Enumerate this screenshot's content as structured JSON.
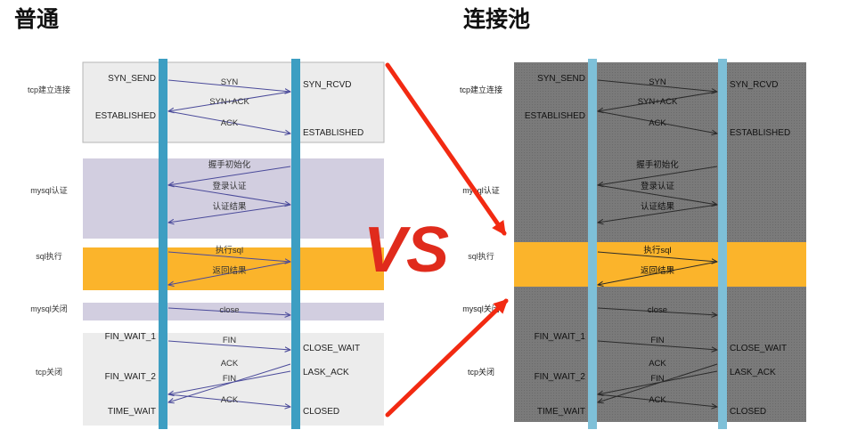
{
  "headings": {
    "left": "普通",
    "right": "连接池"
  },
  "vs_label": "VS",
  "colors": {
    "band_grey": "#ececec",
    "band_lavender": "#d2cee0",
    "band_orange": "#fbb42b",
    "band_dark": "#7d7d7d",
    "timeline": "#3d9ec2",
    "timeline_light": "#7ec0d8",
    "arrow": "#4a4a9a",
    "vs": "#e02b1c",
    "pointer_arrow": "#f22a12"
  },
  "left": {
    "bands": [
      {
        "label": "tcp建立连接",
        "fill": "grey"
      },
      {
        "label": "mysql认证",
        "fill": "lavender"
      },
      {
        "label": "sql执行",
        "fill": "orange"
      },
      {
        "label": "mysql关闭",
        "fill": "lavender"
      },
      {
        "label": "tcp关闭",
        "fill": "grey"
      }
    ],
    "client_states": [
      "SYN_SEND",
      "ESTABLISHED",
      "FIN_WAIT_1",
      "FIN_WAIT_2",
      "TIME_WAIT"
    ],
    "server_states": [
      "SYN_RCVD",
      "ESTABLISHED",
      "CLOSE_WAIT",
      "LASK_ACK",
      "CLOSED"
    ],
    "messages": [
      "SYN",
      "SYN+ACK",
      "ACK",
      "握手初始化",
      "登录认证",
      "认证结果",
      "执行sql",
      "返回结果",
      "close",
      "FIN",
      "ACK",
      "FIN",
      "ACK"
    ]
  },
  "right": {
    "bands": [
      {
        "label": "tcp建立连接",
        "fill": "dark"
      },
      {
        "label": "mysql认证",
        "fill": "dark"
      },
      {
        "label": "sql执行",
        "fill": "orange"
      },
      {
        "label": "mysql关闭",
        "fill": "dark"
      },
      {
        "label": "tcp关闭",
        "fill": "dark"
      }
    ],
    "client_states": [
      "SYN_SEND",
      "ESTABLISHED",
      "FIN_WAIT_1",
      "FIN_WAIT_2",
      "TIME_WAIT"
    ],
    "server_states": [
      "SYN_RCVD",
      "ESTABLISHED",
      "CLOSE_WAIT",
      "LASK_ACK",
      "CLOSED"
    ],
    "messages": [
      "SYN",
      "SYN+ACK",
      "ACK",
      "握手初始化",
      "登录认证",
      "认证结果",
      "执行sql",
      "返回结果",
      "close",
      "FIN",
      "ACK",
      "FIN",
      "ACK"
    ]
  }
}
